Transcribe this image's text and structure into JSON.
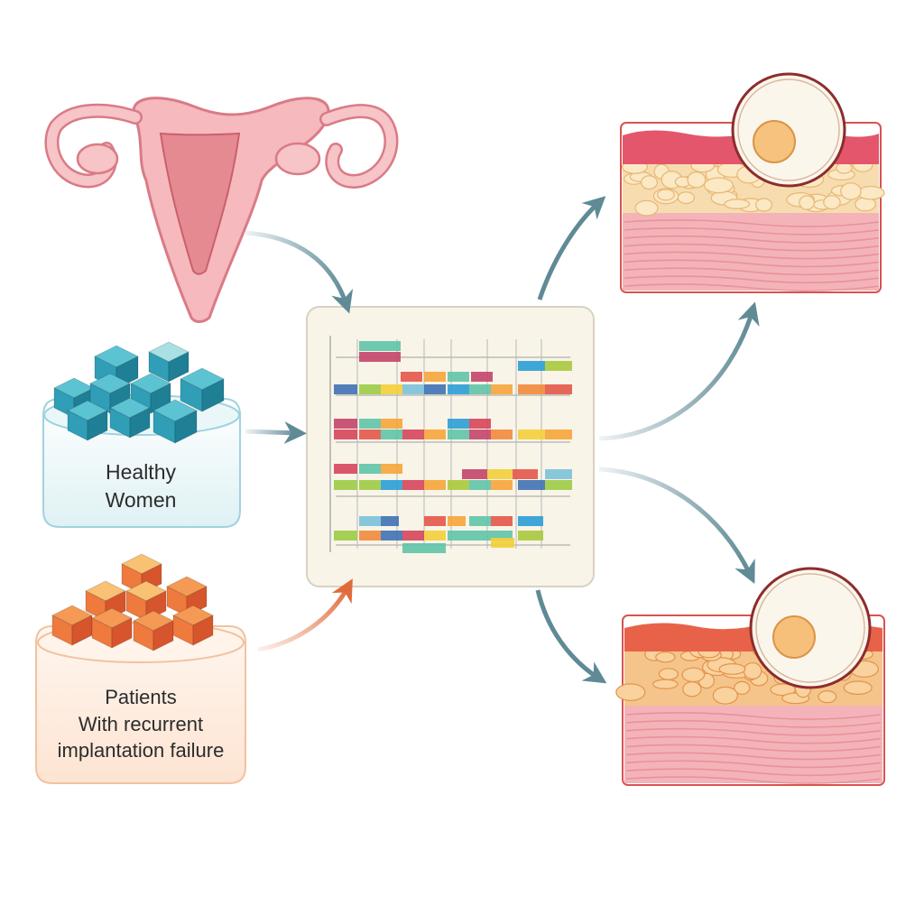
{
  "groups": {
    "healthy": {
      "line1": "Healthy",
      "line2": "Women",
      "color": "#3aa9c4"
    },
    "rif": {
      "line1": "Patients",
      "line2": "With recurrent",
      "line3": "implantation failure",
      "color": "#ee7a3e"
    }
  },
  "colors": {
    "arrow_neutral": "#5f8a96",
    "arrow_patient": "#e06a3a",
    "tissue_top": "#e8566b",
    "tissue_mid": "#f5d9a8",
    "tissue_base": "#f2b3b6",
    "uterus": "#f4a9b0",
    "panel_bg": "#f7f3e8"
  },
  "heatmap_palette": [
    "#2a9fd6",
    "#e3574a",
    "#f6a53a",
    "#f3cf3a",
    "#9bcc45",
    "#5fc4a8",
    "#c4456a",
    "#3f72b5",
    "#f28a3c",
    "#7bc2d9",
    "#a8c93c",
    "#d6455b"
  ]
}
